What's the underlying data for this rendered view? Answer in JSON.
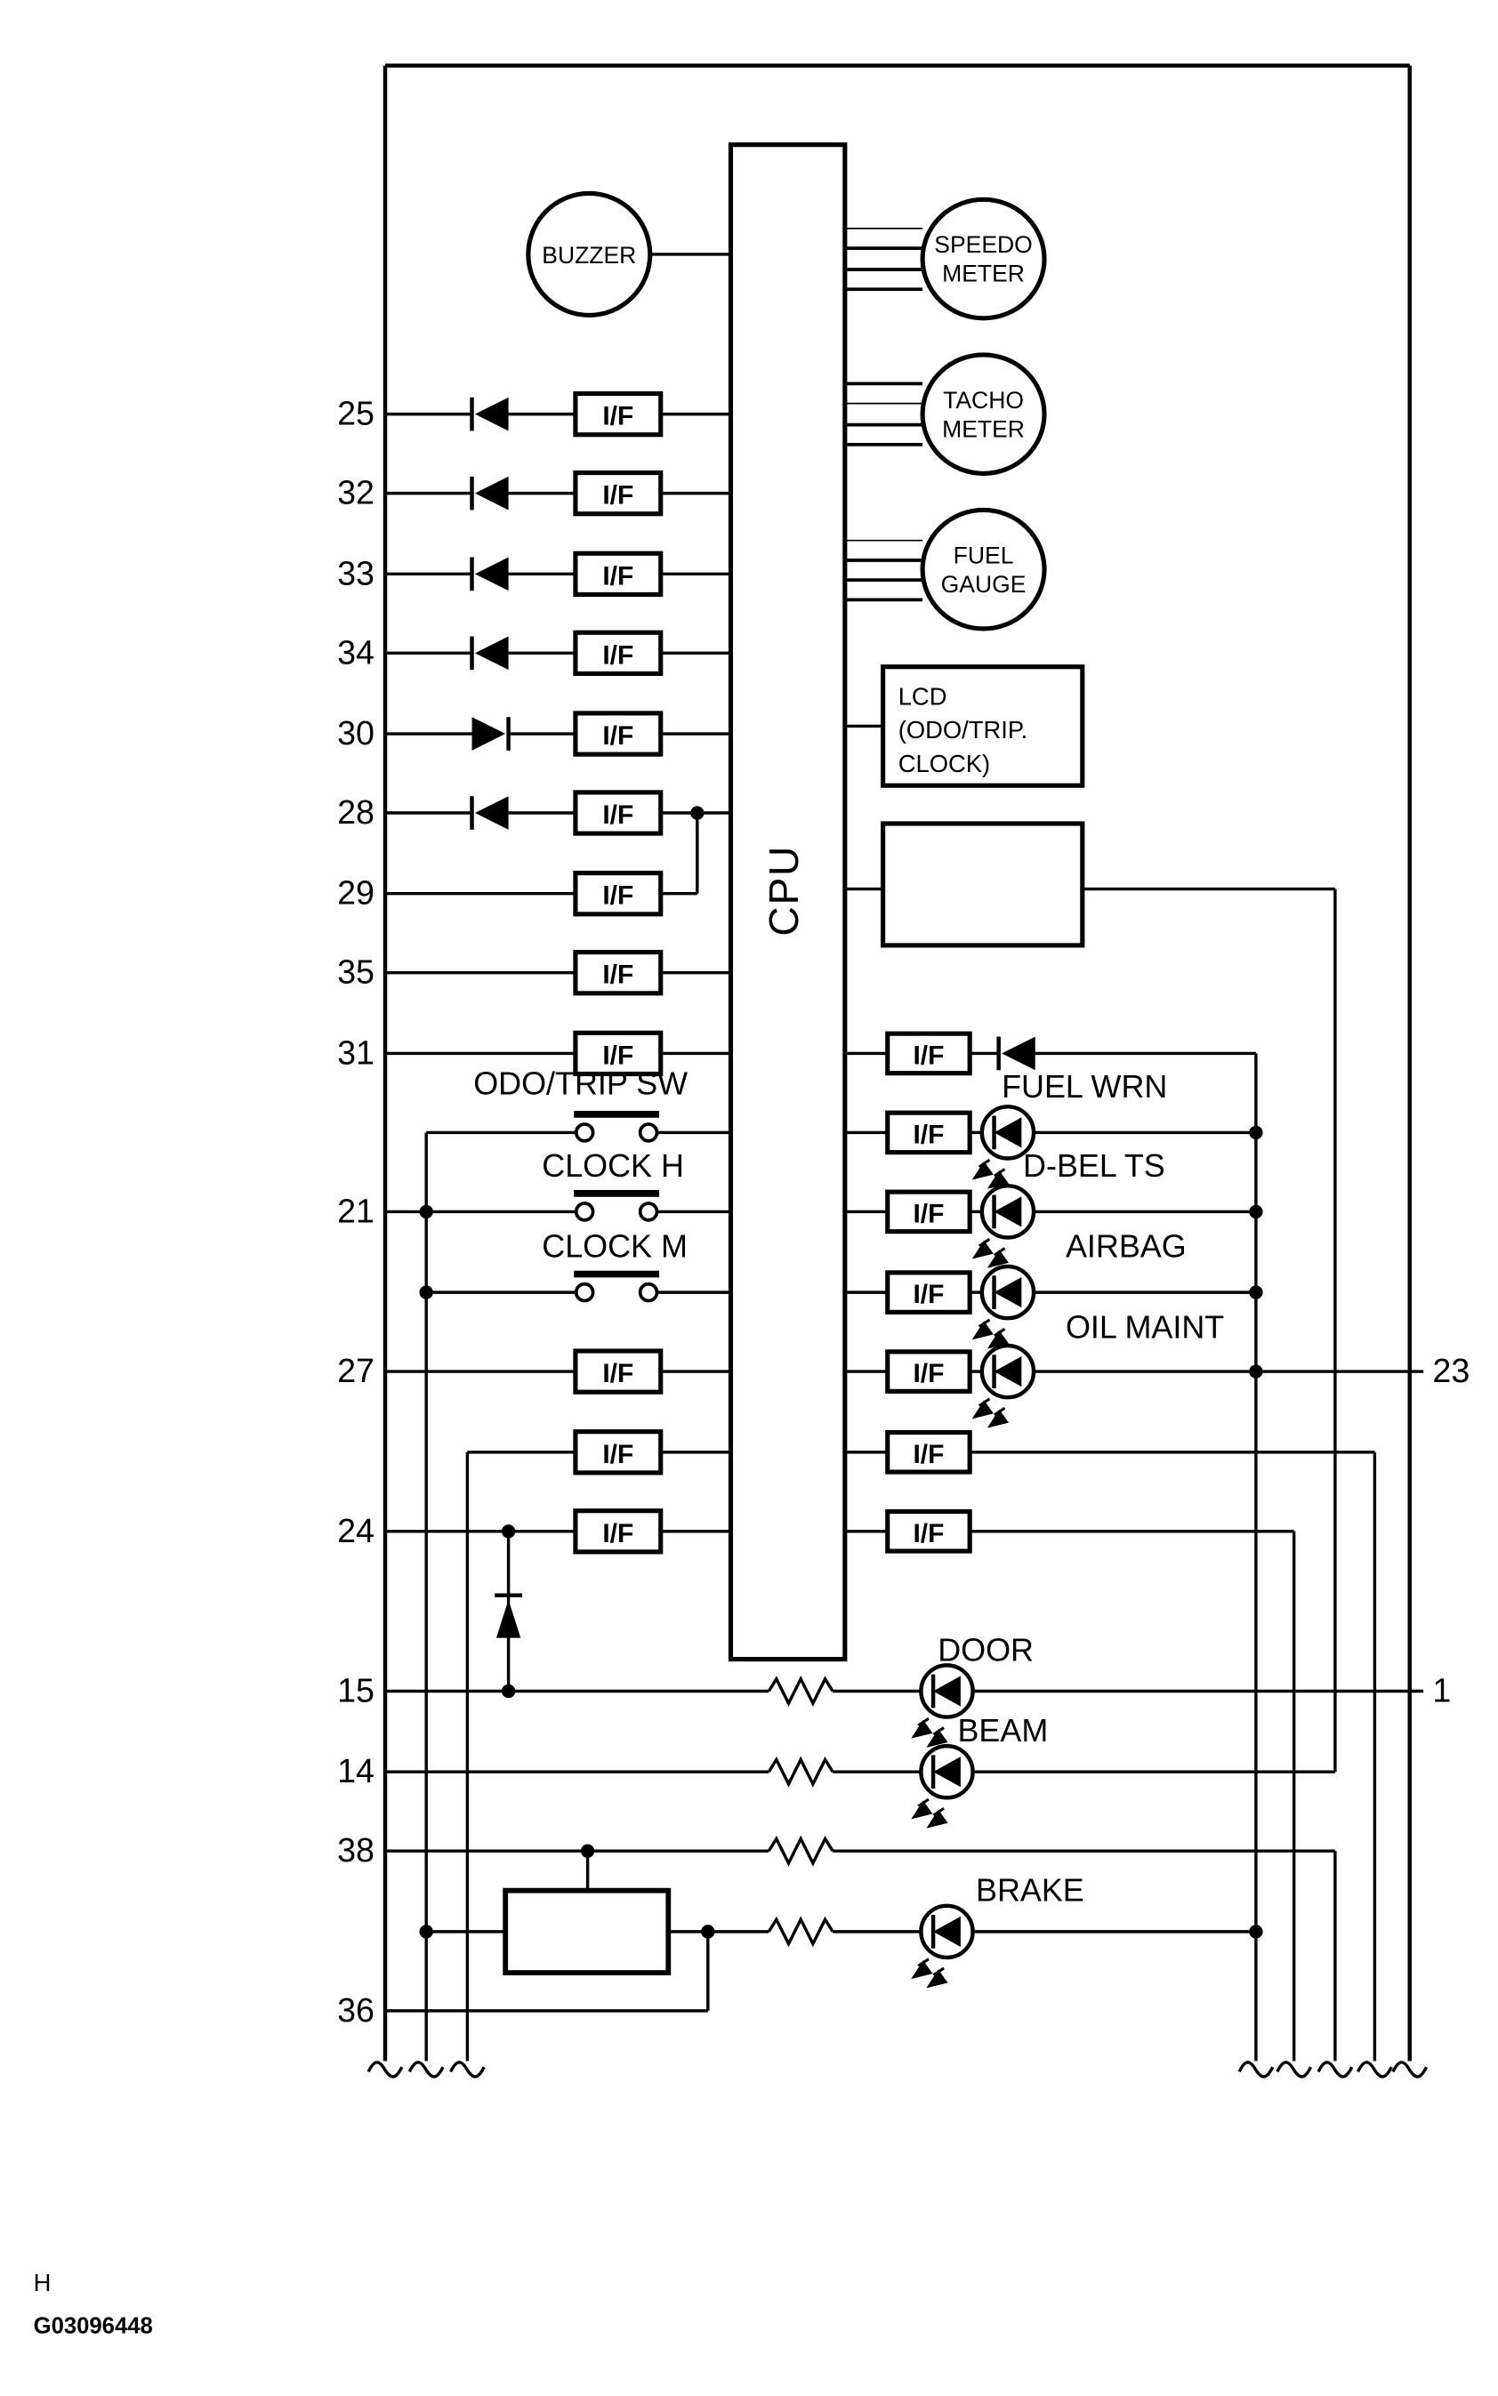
{
  "diagram": {
    "cpu": {
      "label": "CPU"
    },
    "buzzer": {
      "label": "BUZZER"
    },
    "interface_label": "I/F",
    "meters": {
      "speedometer": {
        "line1": "SPEEDO",
        "line2": "METER"
      },
      "tachometer": {
        "line1": "TACHO",
        "line2": "METER"
      },
      "fuel_gauge": {
        "line1": "FUEL",
        "line2": "GAUGE"
      }
    },
    "lcd": {
      "line1": "LCD",
      "line2": "(ODO/TRIP.",
      "line3": "CLOCK)"
    },
    "switches": {
      "odo_trip": "ODO/TRIP SW",
      "clock_h": "CLOCK H",
      "clock_m": "CLOCK M"
    },
    "warnings": {
      "fuel": "FUEL WRN",
      "dbel": "D-BEL  TS",
      "airbag": "AIRBAG",
      "oil": "OIL MAINT"
    },
    "indicators": {
      "door": "DOOR",
      "beam": "BEAM",
      "brake": "BRAKE"
    },
    "pins": {
      "left": [
        "25",
        "32",
        "33",
        "34",
        "30",
        "28",
        "29",
        "35",
        "31",
        "21",
        "27",
        "24",
        "15",
        "14",
        "38",
        "36"
      ],
      "right_23": "23",
      "right_1": "1"
    },
    "footer": {
      "revision": "H",
      "figure_id": "G03096448"
    },
    "colors": {
      "ink": "#000000",
      "background": "#ffffff"
    }
  }
}
